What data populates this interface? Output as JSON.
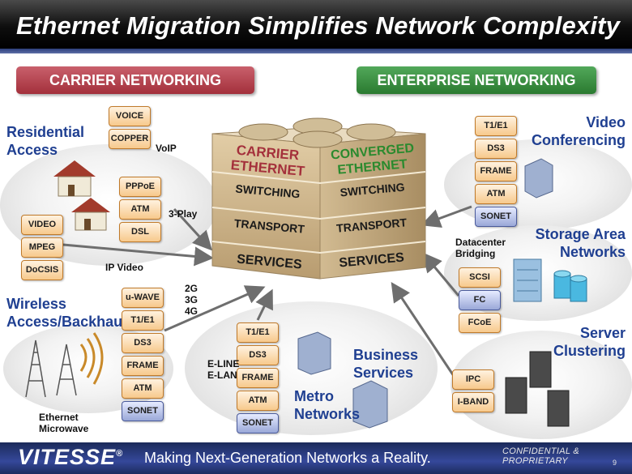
{
  "slide": {
    "title": "Ethernet Migration Simplifies Network Complexity",
    "carrier_banner": "CARRIER NETWORKING",
    "enterprise_banner": "ENTERPRISE  NETWORKING"
  },
  "cube": {
    "carrier": [
      "CARRIER",
      "ETHERNET"
    ],
    "converged": [
      "CONVERGED",
      "ETHERNET"
    ],
    "switching": "SWITCHING",
    "transport": "TRANSPORT",
    "services": "SERVICES"
  },
  "residential": {
    "heading": [
      "Residential",
      "Access"
    ],
    "voice": "VOICE",
    "copper": "COPPER",
    "voip": "VoIP",
    "pppoe": "PPPoE",
    "atm": "ATM",
    "dsl": "DSL",
    "three_play": "3-Play",
    "video": "VIDEO",
    "mpeg": "MPEG",
    "docsis": "DoCSIS",
    "ip_video": "IP Video"
  },
  "wireless": {
    "heading": [
      "Wireless",
      "Access/Backhaul"
    ],
    "stack": [
      "u-WAVE",
      "T1/E1",
      "DS3",
      "FRAME",
      "ATM",
      "SONET"
    ],
    "gens": [
      "2G",
      "3G",
      "4G"
    ],
    "microwave": [
      "Ethernet",
      "Microwave"
    ]
  },
  "metro": {
    "stack": [
      "T1/E1",
      "DS3",
      "FRAME",
      "ATM",
      "SONET"
    ],
    "eline": "E-LINE",
    "elan": "E-LAN",
    "metro_label": [
      "Metro",
      "Networks"
    ],
    "business_label": [
      "Business",
      "Services"
    ]
  },
  "video_conf": {
    "heading": [
      "Video",
      "Conferencing"
    ],
    "stack": [
      "T1/E1",
      "DS3",
      "FRAME",
      "ATM",
      "SONET"
    ]
  },
  "storage": {
    "heading": [
      "Storage Area",
      "Networks"
    ],
    "dc_label": [
      "Datacenter",
      "Bridging"
    ],
    "stack": [
      "SCSI",
      "FC",
      "FCoE"
    ]
  },
  "server": {
    "heading": [
      "Server",
      "Clustering"
    ],
    "stack": [
      "IPC",
      "I-BAND"
    ]
  },
  "footer": {
    "logo": "VITESSE",
    "reg": "®",
    "tagline": "Making Next-Generation Networks a Reality.",
    "confidential": "CONFIDENTIAL & PROPRIETARY",
    "page": "9"
  },
  "colors": {
    "heading_blue": "#1f3f91",
    "carrier_red": "#a3303b",
    "enterprise_green": "#2a7a30",
    "box_orange": "#f7c98c",
    "box_blue": "#9aa8d8",
    "cube_tan": "#c9b18a"
  }
}
